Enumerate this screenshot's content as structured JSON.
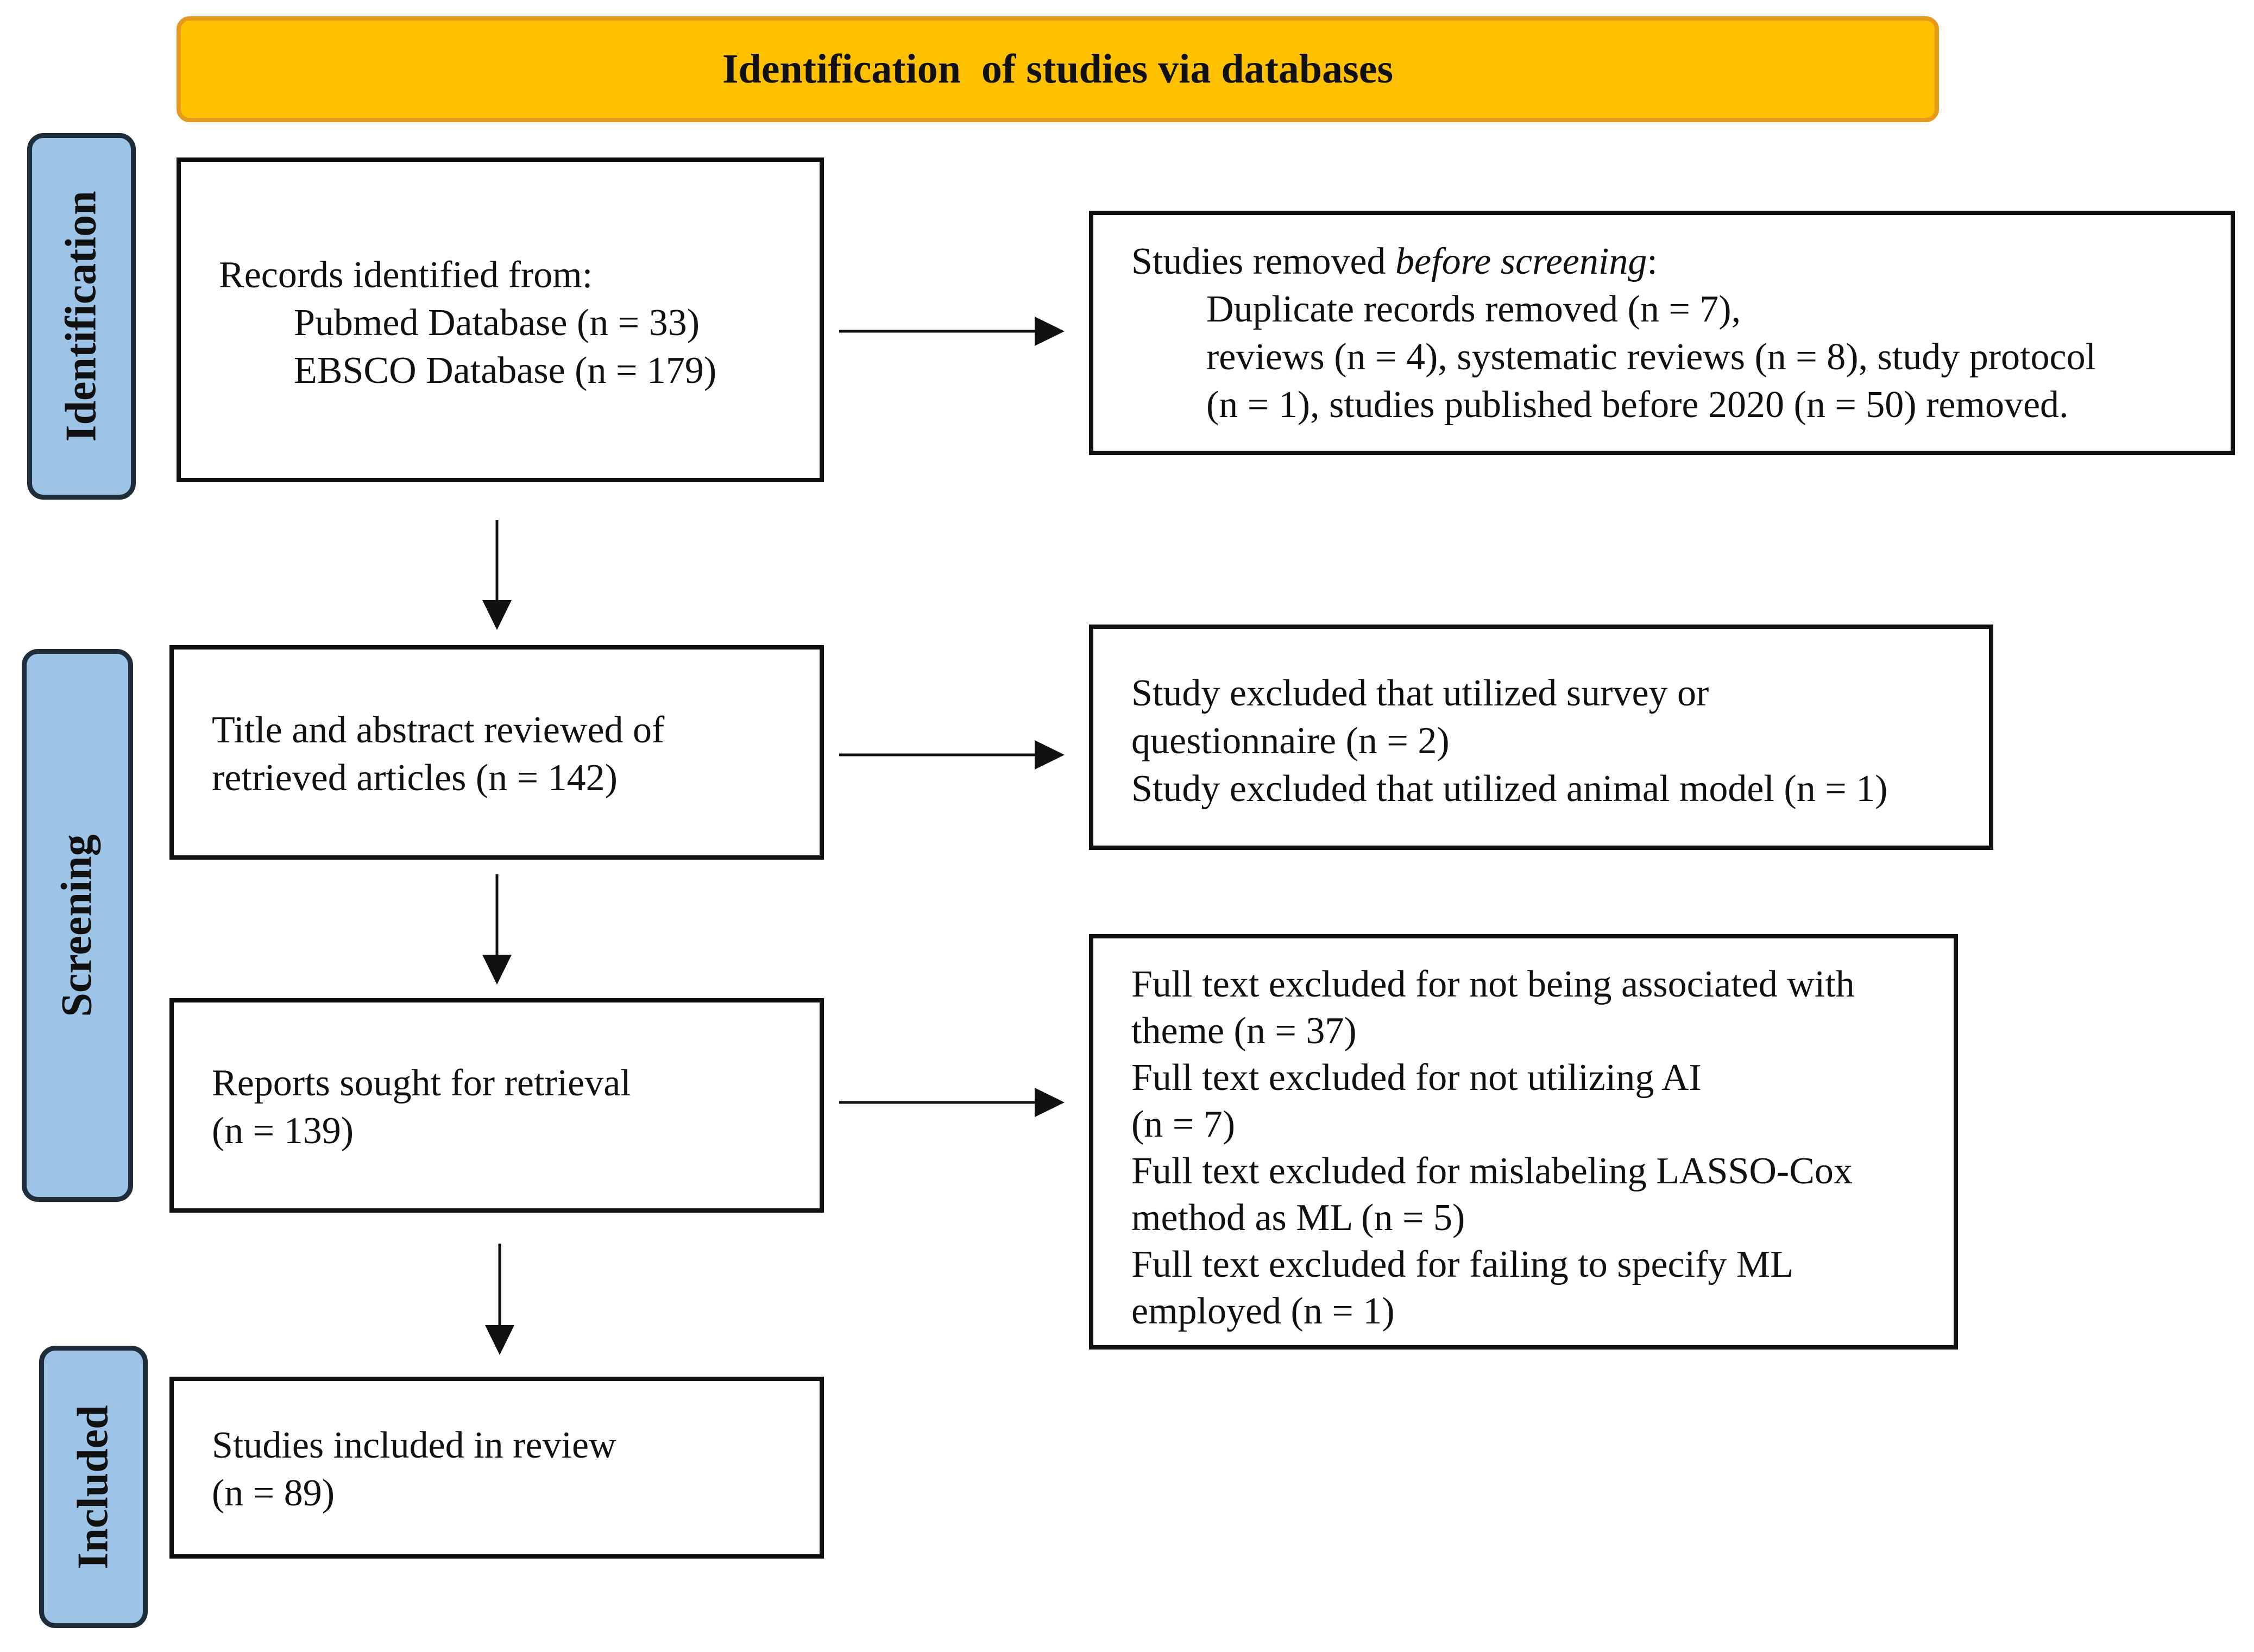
{
  "colors": {
    "banner_fill": "#FFC000",
    "banner_border": "#E59A1E",
    "phase_fill": "#9DC3E6",
    "phase_border": "#1F2D3A",
    "box_border": "#111111",
    "arrow": "#111111"
  },
  "banner": {
    "title": "Identification  of studies via databases"
  },
  "phases": [
    {
      "label": "Identification"
    },
    {
      "label": "Screening"
    },
    {
      "label": "Included"
    }
  ],
  "boxes": {
    "records_identified": {
      "lines": [
        "Records identified from:",
        "Pubmed Database (n = 33)",
        "EBSCO Database (n = 179)"
      ]
    },
    "removed_before_screening": {
      "heading_prefix": "Studies removed ",
      "heading_emphasis": "before screening",
      "heading_suffix": ":",
      "lines": [
        "Duplicate records removed (n = 7),",
        "reviews (n = 4), systematic reviews (n = 8), study protocol",
        "(n = 1), studies published before 2020 (n = 50) removed."
      ]
    },
    "title_abstract": {
      "lines": [
        "Title and abstract reviewed of",
        "retrieved articles (n = 142)"
      ]
    },
    "excluded_survey": {
      "lines": [
        "Study excluded that utilized survey or",
        "questionnaire (n = 2)",
        "Study excluded that utilized animal model (n = 1)"
      ]
    },
    "reports_sought": {
      "lines": [
        "Reports sought for retrieval",
        "(n = 139)"
      ]
    },
    "full_text_excluded": {
      "lines": [
        "Full text excluded for not being associated with",
        "theme (n = 37)",
        "Full text excluded for not utilizing AI",
        "(n = 7)",
        "Full text excluded for mislabeling LASSO-Cox",
        "method as ML (n = 5)",
        "Full text excluded for failing to specify ML",
        "employed (n = 1)"
      ]
    },
    "studies_included": {
      "lines": [
        "Studies included in review",
        "(n = 89)"
      ]
    }
  }
}
